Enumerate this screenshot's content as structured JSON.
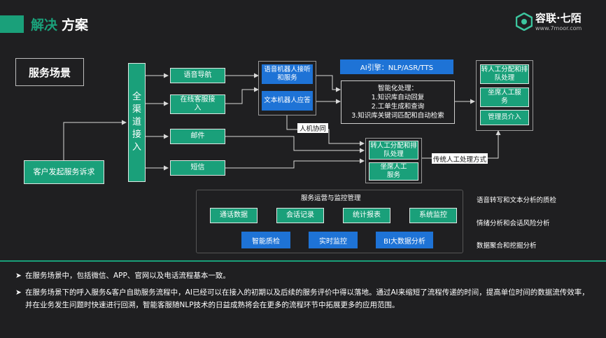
{
  "header": {
    "title_part1": "解决",
    "title_part2": "方案",
    "logo_name": "容联·七陌",
    "logo_url": "www.7moor.com"
  },
  "diagram": {
    "scene_title": "服务场景",
    "customer_request": "客户发起服务诉求",
    "all_channel": "全渠道接入",
    "channels": [
      "语音导航",
      "在线客服接入",
      "邮件",
      "短信"
    ],
    "robots": [
      "语音机器人接听和服务",
      "文本机器人应答"
    ],
    "ai_engine": "AI引擎：NLP/ASR/TTS",
    "smart_title": "智能化处理：",
    "smart_items": [
      "1.知识库自动回复",
      "2.工单生成和查询",
      "3.知识库关键词匹配和自动检索"
    ],
    "right_group": [
      "转人工分配和排队处理",
      "坐席人工服务",
      "管理员介入"
    ],
    "mid_group": [
      "转人工分配和排队处理",
      "坐席人工服务"
    ],
    "human_collab": "人机协同",
    "traditional": "传统人工处理方式",
    "monitor_title": "服务运营与监控管理",
    "monitor_row1": [
      "通话数据",
      "会话记录",
      "统计报表",
      "系统监控"
    ],
    "monitor_row2": [
      "智能质检",
      "实时监控",
      "BI大数据分析"
    ],
    "side_notes": [
      "语音转写和文本分析的质检",
      "情绪分析和会话风险分析",
      "数据聚合和挖掘分析"
    ]
  },
  "bullets": [
    "在服务场景中，包括微信、APP、官网以及电话流程基本一致。",
    "在服务场景下的呼入服务&客户自助服务流程中，AI已经可以在接入的初期以及后续的服务评价中得以落地。通过AI来缩短了流程传递的时间，提高单位时间的数据流传效率，并在业务发生问题时快速进行回溯，智能客服随NLP技术的日益成熟将会在更多的流程环节中拓展更多的应用范围。"
  ],
  "colors": {
    "accent": "#1aa07a",
    "ai_blue": "#1e73d6",
    "bg": "#1f1f21"
  }
}
